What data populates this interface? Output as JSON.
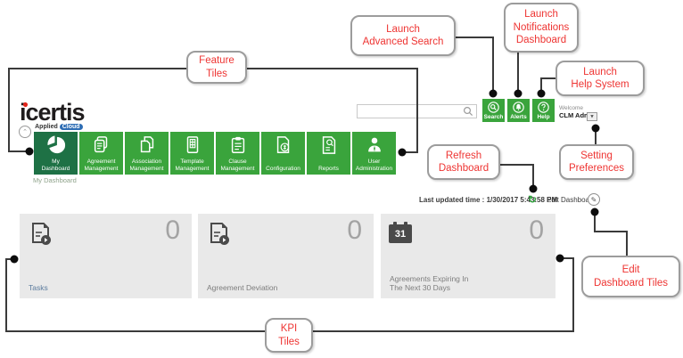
{
  "header": {
    "logo": {
      "brand": "icertis",
      "tagline": "Applied",
      "tagline_badge": "Cloud"
    },
    "search": {
      "placeholder": ""
    },
    "buttons": [
      {
        "label": "Search",
        "icon": "magnifier-circle-icon"
      },
      {
        "label": "Alerts",
        "icon": "bell-circle-icon"
      },
      {
        "label": "Help",
        "icon": "question-circle-icon"
      }
    ],
    "welcome": {
      "greeting": "Welcome",
      "user": "CLM Admin"
    }
  },
  "nav_tiles": [
    {
      "label": "My\nDashboard",
      "icon": "pie-chart-icon",
      "selected": true
    },
    {
      "label": "Agreement\nManagement",
      "icon": "agreement-docs-icon",
      "selected": false
    },
    {
      "label": "Association\nManagement",
      "icon": "association-docs-icon",
      "selected": false
    },
    {
      "label": "Template\nManagement",
      "icon": "template-table-icon",
      "selected": false
    },
    {
      "label": "Clause\nManagement",
      "icon": "clipboard-icon",
      "selected": false
    },
    {
      "label": "Configuration",
      "icon": "configuration-doc-icon",
      "selected": false
    },
    {
      "label": "Reports",
      "icon": "report-magnifier-icon",
      "selected": false
    },
    {
      "label": "User\nAdministration",
      "icon": "user-icon",
      "selected": false
    }
  ],
  "breadcrumb": "My Dashboard",
  "status_bar": {
    "last_updated": "Last updated time : 1/30/2017 5:43:58 PM",
    "refresh_icon": "refresh-icon",
    "edit_label": "Edit Dashboard",
    "edit_icon": "pencil-icon"
  },
  "kpi_tiles": [
    {
      "title": "Tasks",
      "value": "0",
      "icon": "task-document-icon"
    },
    {
      "title": "Agreement Deviation",
      "value": "0",
      "icon": "task-document-icon"
    },
    {
      "title": "Agreements Expiring In\nThe Next 30 Days",
      "value": "0",
      "icon": "calendar-icon",
      "calendar_day": "31"
    }
  ],
  "callouts": {
    "feature_tiles": "Feature\nTiles",
    "advanced_search": "Launch\nAdvanced Search",
    "notifications": "Launch\nNotifications\nDashboard",
    "help_system": "Launch\nHelp System",
    "refresh_dashboard": "Refresh\nDashboard",
    "setting_preferences": "Setting\nPreferences",
    "edit_dashboard_tiles": "Edit\nDashboard Tiles",
    "kpi_tiles": "KPI\nTiles"
  },
  "misc": {
    "collapse_icon": "chevron-up-icon",
    "dropdown_icon": "chevron-down-icon",
    "refresh_glyph": "↻",
    "pencil_glyph": "✎",
    "dropdown_glyph": "▼",
    "chevron_glyph": "⌃"
  },
  "colors": {
    "tile_green": "#3aa43c",
    "tile_green_dark": "#1e7145",
    "callout_red": "#ee3432",
    "callout_border": "#9c9c9c",
    "connector": "#3a3a3a",
    "kpi_bg": "#e9e9e9",
    "kpi_value_gray": "#a3a3a3",
    "cloud_badge_blue": "#2e6db4",
    "logo_dot_red": "#e1251b"
  }
}
